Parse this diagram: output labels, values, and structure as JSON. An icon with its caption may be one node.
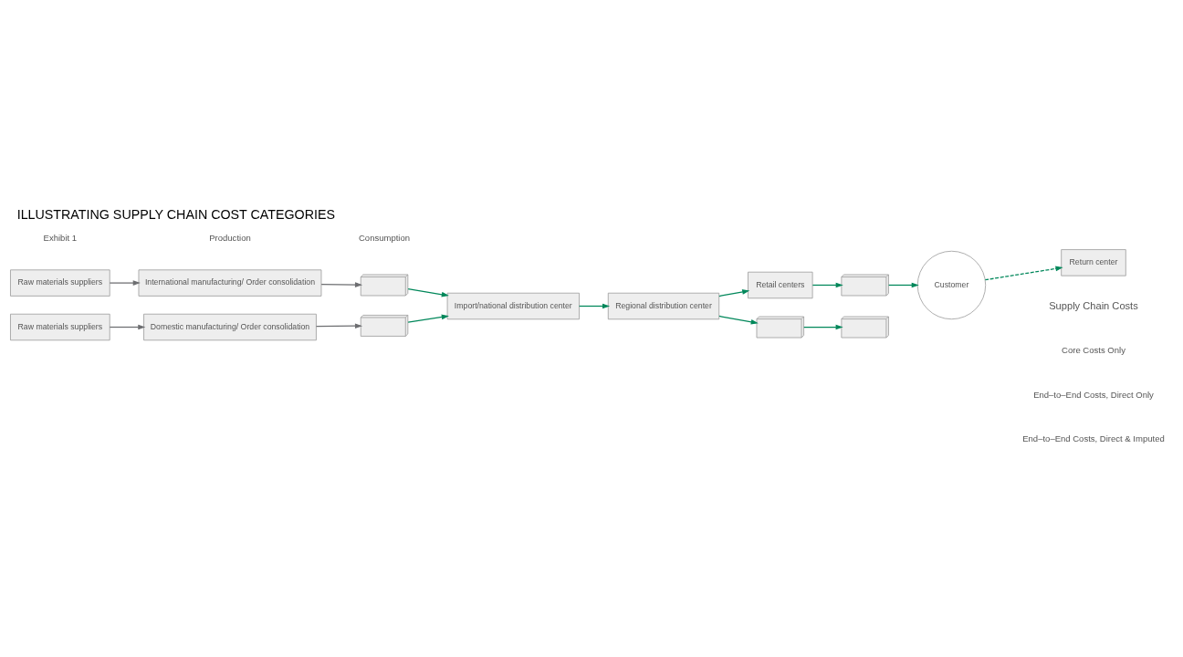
{
  "diagram": {
    "title": "ILLUSTRATING SUPPLY CHAIN COST CATEGORIES",
    "nodes": [
      {
        "text": [
          "Raw materials suppliers"
        ]
      },
      {
        "text": [
          "International manufacturing/ Order consolidation"
        ]
      },
      {
        "text": [],
        "shape": "picture"
      },
      {
        "text": [
          "Raw materials suppliers"
        ]
      },
      {
        "text": [
          "Domestic manufacturing/ Order consolidation"
        ]
      },
      {
        "text": [],
        "shape": "picture"
      },
      {
        "text": [
          "Import/national distribution center"
        ]
      },
      {
        "text": [
          "Regional distribution center"
        ]
      },
      {
        "text": [
          "Retail centers"
        ]
      },
      {
        "text": [],
        "shape": "picture"
      },
      {
        "text": [],
        "shape": "picture"
      },
      {
        "text": [],
        "shape": "picture"
      },
      {
        "text": [
          "Customer"
        ]
      },
      {
        "text": [
          "Return center"
        ]
      }
    ],
    "edges": [
      {
        "from": 0,
        "to": 1,
        "arrow": "to",
        "color": "#6d6e71"
      },
      {
        "from": 1,
        "to": 2,
        "arrow": "to",
        "color": "#6d6e71"
      },
      {
        "from": 2,
        "to": 6,
        "arrow": "to"
      },
      {
        "from": 3,
        "to": 4,
        "arrow": "to",
        "color": "#6d6e71"
      },
      {
        "from": 4,
        "to": 5,
        "arrow": "to",
        "color": "#6d6e71"
      },
      {
        "from": 5,
        "to": 6,
        "arrow": "to"
      },
      {
        "from": 6,
        "to": 7,
        "arrow": "to"
      },
      {
        "from": 7,
        "to": 8,
        "arrow": "to"
      },
      {
        "from": 8,
        "to": 9,
        "arrow": "to"
      },
      {
        "from": 9,
        "to": 12,
        "arrow": "to"
      },
      {
        "from": 7,
        "to": 10,
        "arrow": "to"
      },
      {
        "from": 10,
        "to": 11,
        "arrow": "to"
      },
      {
        "from": 12,
        "to": 13,
        "arrow": "to",
        "style": "dashed"
      }
    ],
    "labels": [
      "Exhibit 1",
      "Production",
      "Consumption",
      "Supply Chain Costs",
      "Core Costs Only",
      "End–to–End Costs, Direct Only",
      "End–to–End Costs, Direct & Imputed"
    ]
  }
}
